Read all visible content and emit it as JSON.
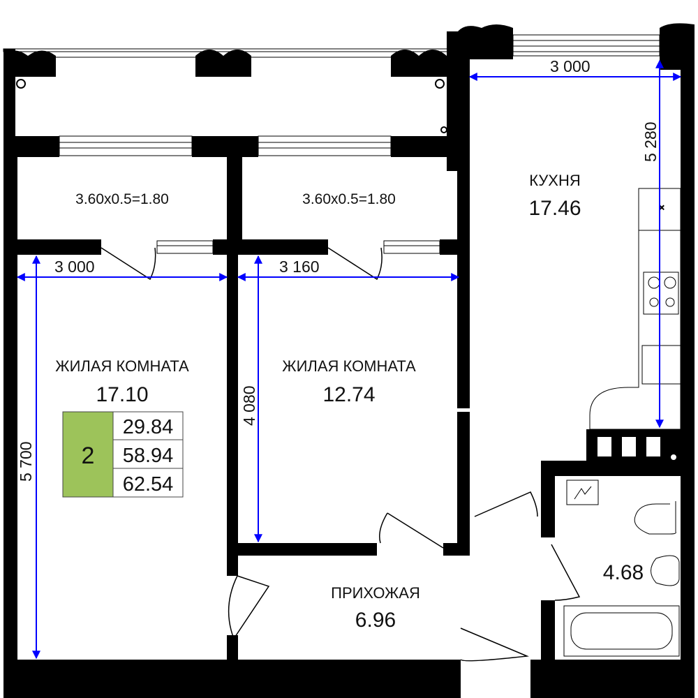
{
  "balconies": [
    {
      "label": "3.60x0.5=1.80"
    },
    {
      "label": "3.60x0.5=1.80"
    }
  ],
  "rooms": {
    "bedroom_left": {
      "name": "ЖИЛАЯ КОМНАТА",
      "area": "17.10"
    },
    "bedroom_right": {
      "name": "ЖИЛАЯ КОМНАТА",
      "area": "12.74"
    },
    "kitchen": {
      "name": "КУХНЯ",
      "area": "17.46"
    },
    "hallway": {
      "name": "ПРИХОЖАЯ",
      "area": "6.96"
    },
    "bathroom": {
      "area": "4.68"
    }
  },
  "dimensions": {
    "left_width": "3 000",
    "right_width": "3 160",
    "kitchen_width": "3 000",
    "left_height": "5 700",
    "right_height": "4 080",
    "kitchen_height": "5 280"
  },
  "summary": {
    "rooms_count": "2",
    "living_area": "29.84",
    "total_area": "58.94",
    "area_with_balconies": "62.54",
    "badge_color": "#9dc35a"
  },
  "colors": {
    "wall": "#000000",
    "dimension_line": "#0000ff"
  }
}
